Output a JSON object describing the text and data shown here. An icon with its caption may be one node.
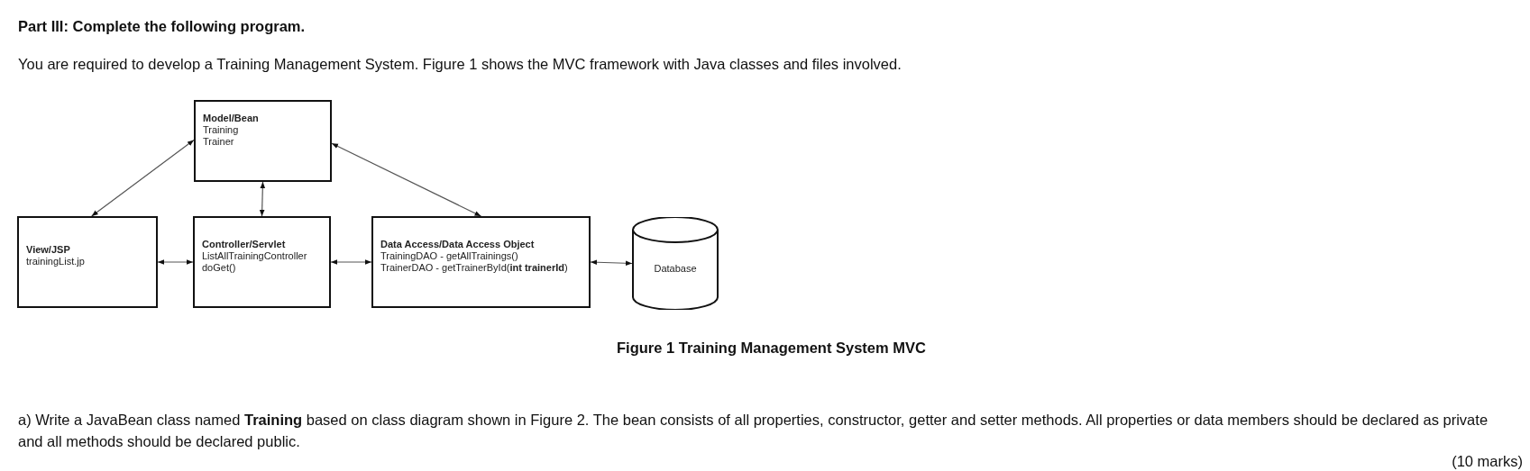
{
  "diagram": {
    "title": "Part III: Complete the following program.",
    "caption": "Figure 1 Training Management System MVC",
    "nodes": [
      {
        "text": [
          "Model/Bean",
          "Training",
          "Trainer"
        ]
      },
      {
        "text": [
          "View/JSP",
          "trainingList.jp"
        ]
      },
      {
        "text": [
          "Controller/Servlet",
          "ListAllTrainingController",
          "doGet()"
        ]
      },
      {
        "text": [
          "Data Access/Data Access Object",
          "TrainingDAO - getAllTrainings()",
          "TrainerDAO - getTrainerById(**int trainerId**)"
        ]
      },
      {
        "text": [
          "Database"
        ]
      }
    ],
    "edges": [
      {
        "from": 1,
        "to": 0,
        "arrow": "both"
      },
      {
        "from": 2,
        "to": 0,
        "arrow": "both"
      },
      {
        "from": 3,
        "to": 0,
        "arrow": "both"
      },
      {
        "from": 1,
        "to": 2,
        "arrow": "both"
      },
      {
        "from": 2,
        "to": 3,
        "arrow": "both"
      },
      {
        "from": 3,
        "to": 4,
        "arrow": "both"
      }
    ],
    "labels": [
      "You are required to develop a Training Management System. Figure 1 shows the MVC framework with Java classes and files involved.",
      "a) Write a JavaBean class named **Training** based on class diagram shown in Figure 2. The bean consists of all properties, constructor, getter and setter methods. All properties or data members should be declared as private and all methods should be declared public.",
      "(10 marks)"
    ]
  }
}
